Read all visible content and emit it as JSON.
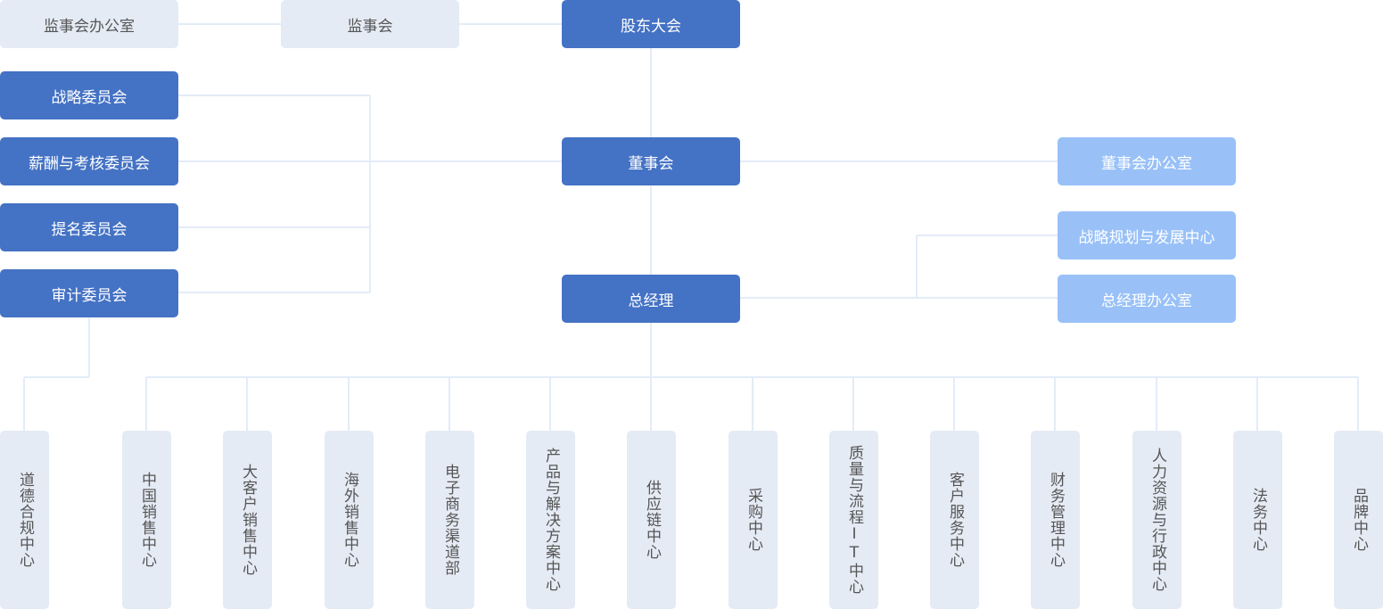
{
  "top": {
    "supervisory_office": "监事会办公室",
    "supervisory_board": "监事会",
    "shareholders_meeting": "股东大会"
  },
  "committees": {
    "strategy": "战略委员会",
    "compensation": "薪酬与考核委员会",
    "nomination": "提名委员会",
    "audit": "审计委员会"
  },
  "center": {
    "board": "董事会",
    "general_manager": "总经理"
  },
  "right": {
    "board_office": "董事会办公室",
    "strategy_center": "战略规划与发展中心",
    "gm_office": "总经理办公室"
  },
  "departments": [
    "道德合规中心",
    "中国销售中心",
    "大客户销售中心",
    "海外销售中心",
    "电子商务渠道部",
    "产品与解决方案中心",
    "供应链中心",
    "采购中心",
    "质量与流程IT中心",
    "客户服务中心",
    "财务管理中心",
    "人力资源与行政中心",
    "法务中心",
    "品牌中心"
  ],
  "colors": {
    "primary": "#4472c4",
    "light_blue": "#99c1f8",
    "grey": "#e5ebf5",
    "connector": "#e3ecf8"
  }
}
